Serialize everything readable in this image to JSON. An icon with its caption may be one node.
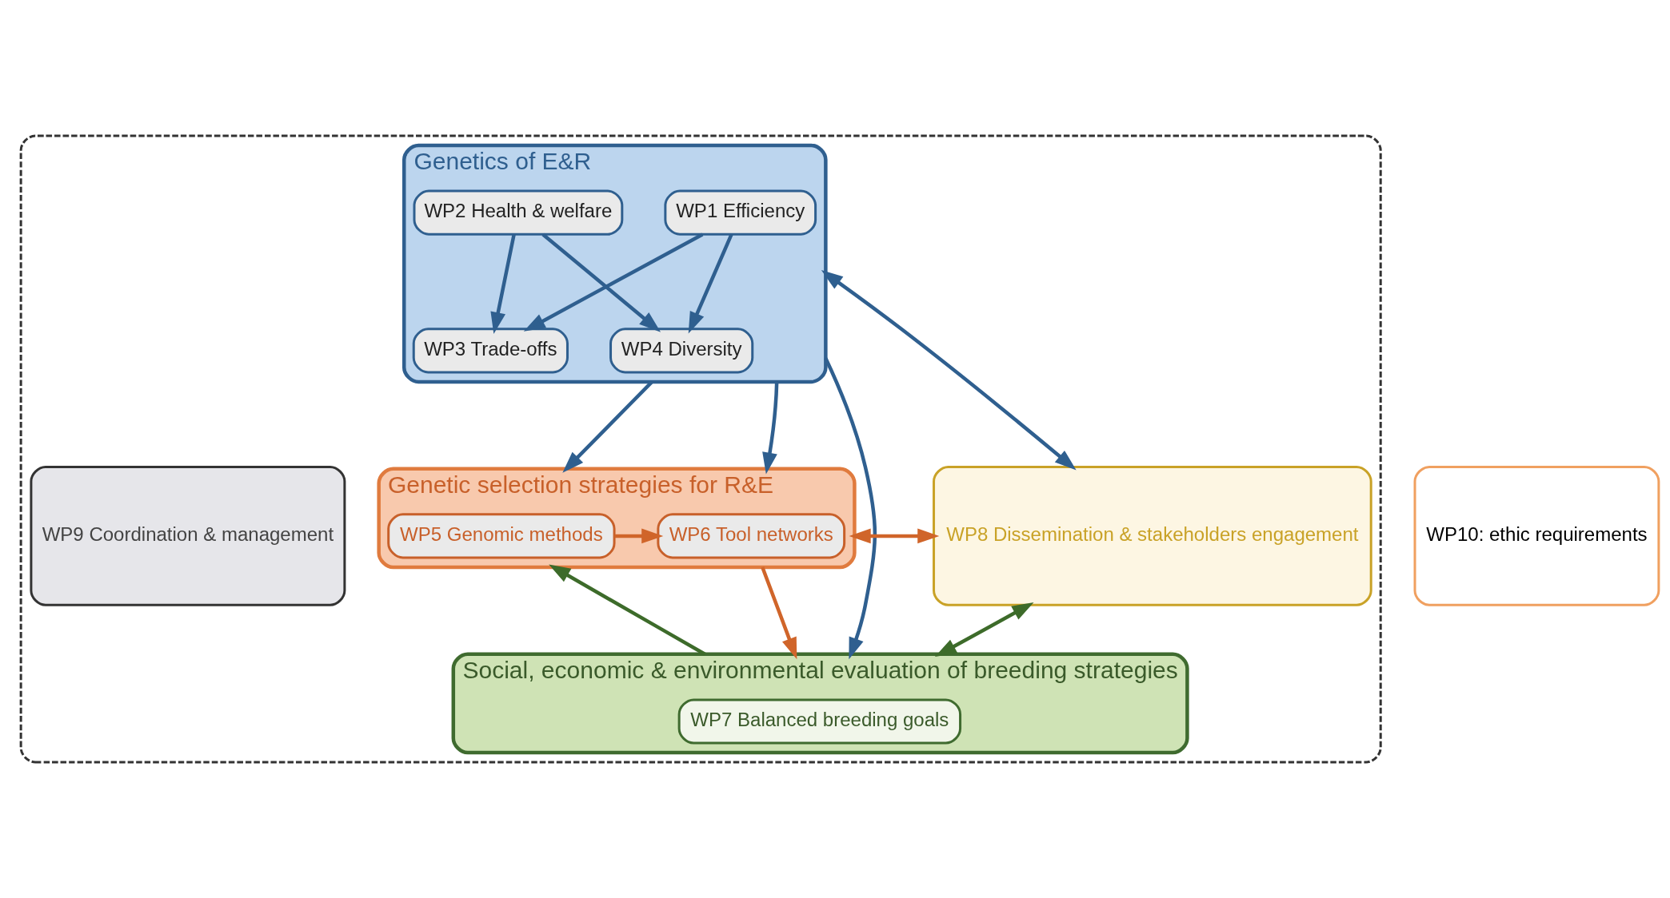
{
  "diagram": {
    "nodes": [
      {
        "text": [],
        "shape": "box"
      },
      {
        "text": [
          "Genetics of E&R"
        ],
        "in": 0
      },
      {
        "text": [
          "WP1 Efficiency"
        ],
        "in": 1
      },
      {
        "text": [
          "WP3 Trade-offs"
        ],
        "in": 1
      },
      {
        "text": [
          "WP2 Health & welfare"
        ],
        "in": 1
      },
      {
        "text": [
          "WP4 Diversity"
        ],
        "in": 1
      },
      {
        "text": [
          "Genetic selection strategies for R&E"
        ],
        "in": 0
      },
      {
        "text": [
          "WP6 Tool networks"
        ],
        "in": 6
      },
      {
        "text": [
          "WP5 Genomic methods"
        ],
        "in": 6
      },
      {
        "text": [
          "Social, economic & environmental evaluation of breeding strategies"
        ],
        "in": 0
      },
      {
        "text": [
          "WP7 Balanced breeding goals"
        ],
        "in": 9
      },
      {
        "text": [
          "WP8 Dissemination & stakeholders engagement"
        ],
        "in": 0
      },
      {
        "text": [
          "WP9 Coordination & management"
        ],
        "in": 0
      },
      {
        "text": [
          "WP10: ethic requirements"
        ]
      }
    ],
    "edges": [
      {
        "from": 2,
        "to": 3,
        "arrow": "to"
      },
      {
        "from": 4,
        "to": 3,
        "arrow": "to"
      },
      {
        "from": 2,
        "to": 5,
        "arrow": "to"
      },
      {
        "from": 4,
        "to": 5,
        "arrow": "to"
      },
      {
        "from": 1,
        "to": 6,
        "arrow": "to"
      },
      {
        "from": 8,
        "to": 7,
        "arrow": "to",
        "color": "#d0652a"
      },
      {
        "from": 6,
        "to": 9,
        "arrow": "to",
        "color": "#d0652a"
      },
      {
        "from": 9,
        "to": 6,
        "arrow": "to",
        "color": "#3d6b2a"
      },
      {
        "from": 11,
        "to": 1,
        "arrow": "both"
      },
      {
        "from": 11,
        "to": 6,
        "arrow": "both",
        "color": "#d0652a"
      },
      {
        "from": 11,
        "to": 9,
        "arrow": "both",
        "color": "#3d6b2a"
      },
      {
        "from": 1,
        "to": 6,
        "arrow": "to"
      },
      {
        "from": 1,
        "to": 9,
        "arrow": "to"
      }
    ]
  }
}
